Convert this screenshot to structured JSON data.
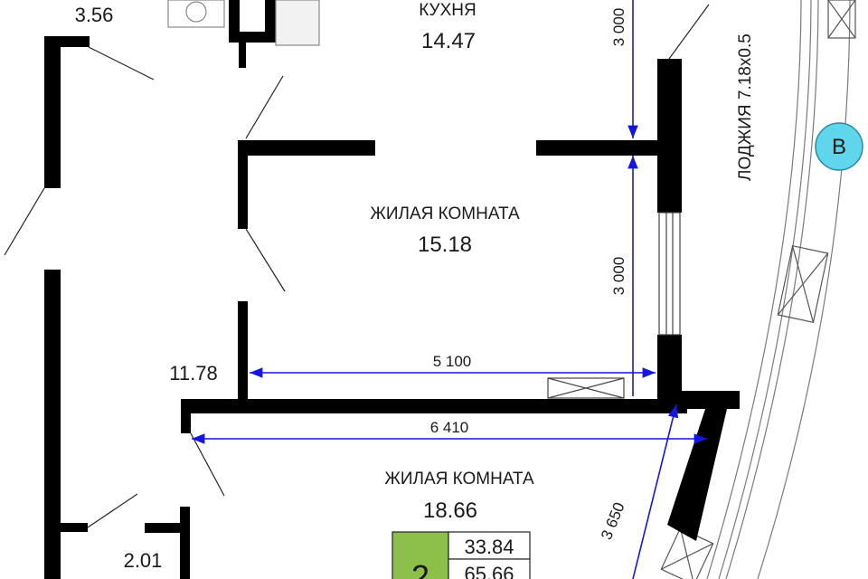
{
  "rooms": {
    "kitchen": {
      "name": "КУХНЯ",
      "area": "14.47"
    },
    "living_1": {
      "name": "ЖИЛАЯ КОМНАТА",
      "area": "15.18"
    },
    "living_2": {
      "name": "ЖИЛАЯ КОМНАТА",
      "area": "18.66"
    },
    "corridor_area": "11.78",
    "top_left_area": "3.56",
    "bottom_left_area": "2.01"
  },
  "loggia": {
    "label": "ЛОДЖИЯ 7.18х0.5"
  },
  "section_marker": {
    "label": "В"
  },
  "dimensions": {
    "kitchen_height": "3 000",
    "living_height": "3 000",
    "living_width": "5 100",
    "room2_width": "6 410",
    "diagonal": "3 650"
  },
  "summary": {
    "rooms_count": "2",
    "living_area": "33.84",
    "total_area": "65.66"
  },
  "colors": {
    "wall": "#000000",
    "dimension": "#1515e0",
    "marker_fill": "#5fd6ec",
    "summary_green": "#8cc04a"
  }
}
